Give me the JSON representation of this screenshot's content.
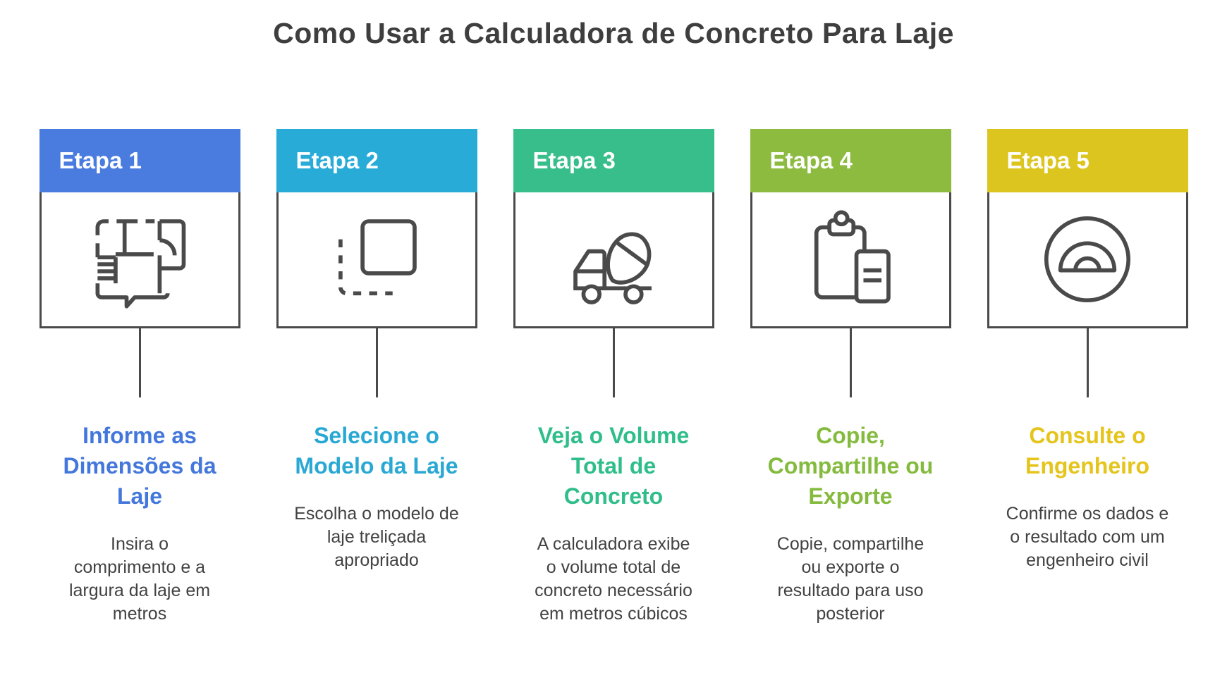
{
  "title": "Como Usar a Calculadora de Concreto Para Laje",
  "text_color": "#424242",
  "outline_color": "#4a4a4a",
  "steps": [
    {
      "label": "Etapa 1",
      "icon": "floor-plan-icon",
      "band_color": "#4a7ce0",
      "heading_color": "#4477db",
      "heading": "Informe as\nDimensões da\nLaje",
      "body": "Insira o\ncomprimento e a\nlargura da laje em\nmetros"
    },
    {
      "label": "Etapa 2",
      "icon": "slab-layers-icon",
      "band_color": "#29abd8",
      "heading_color": "#29a8d4",
      "heading": "Selecione o\nModelo da Laje",
      "body": "Escolha o modelo de\nlaje treliçada\napropriado"
    },
    {
      "label": "Etapa 3",
      "icon": "mixer-truck-icon",
      "band_color": "#38be8b",
      "heading_color": "#2fbe8a",
      "heading": "Veja o Volume\nTotal de\nConcreto",
      "body": "A calculadora exibe\no volume total de\nconcreto necessário\nem metros cúbicos"
    },
    {
      "label": "Etapa 4",
      "icon": "clipboard-document-icon",
      "band_color": "#8cbb40",
      "heading_color": "#84bb3e",
      "heading": "Copie,\nCompartilhe ou\nExporte",
      "body": "Copie, compartilhe\nou exporte o\nresultado para uso\nposterior"
    },
    {
      "label": "Etapa 5",
      "icon": "protractor-icon",
      "band_color": "#dcc51f",
      "heading_color": "#e5c41c",
      "heading": "Consulte o\nEngenheiro",
      "body": "Confirme os dados e\no resultado com um\nengenheiro civil"
    }
  ]
}
